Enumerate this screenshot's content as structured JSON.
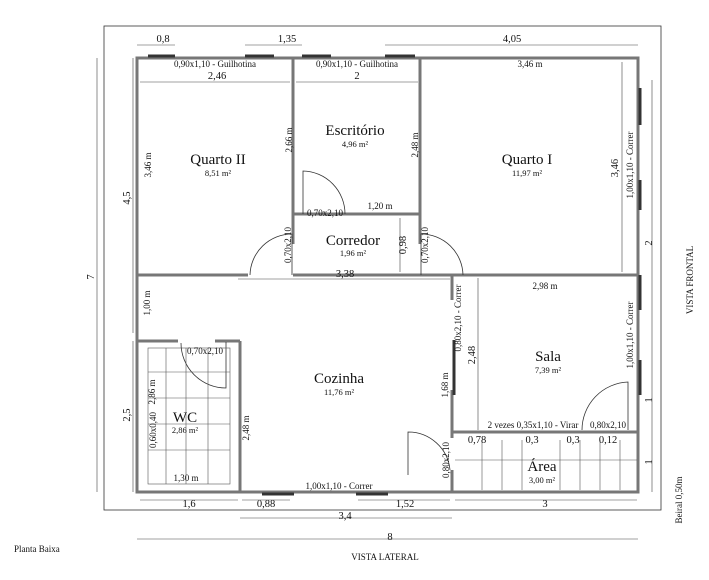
{
  "title": "Planta Baixa",
  "views": {
    "lateral": "VISTA LATERAL",
    "frontal": "VISTA FRONTAL",
    "eave": "Beiral 0,50m"
  },
  "rooms": {
    "quarto2": {
      "name": "Quarto II",
      "area": "8,51 m²"
    },
    "escritorio": {
      "name": "Escritório",
      "area": "4,96 m²"
    },
    "quarto1": {
      "name": "Quarto I",
      "area": "11,97 m²"
    },
    "corredor": {
      "name": "Corredor",
      "area": "1,96 m²"
    },
    "cozinha": {
      "name": "Cozinha",
      "area": "11,76 m²"
    },
    "sala": {
      "name": "Sala",
      "area": "7,39 m²"
    },
    "wc": {
      "name": "WC",
      "area": "2,86 m²"
    },
    "area": {
      "name": "Área",
      "area": "3,00 m²"
    }
  },
  "openings": {
    "win_q2": "0,90x1,10 - Guilhotina",
    "win_esc": "0,90x1,10 - Guilhotina",
    "win_q1": "1,00x1,10 - Correr",
    "win_sala": "1,00x1,10 - Correr",
    "win_coz": "1,00x1,10 - Correr",
    "door_esc": "0,70x2,10",
    "door_q2": "0,70x2,10",
    "door_q1": "0,70x2,10",
    "door_sala_coz": "0,80x2,10 - Correr",
    "door_wc": "0,70x2,10",
    "win_wc": "0,60x0,40",
    "door_area": "0,80x2,10",
    "door_sala": "0,80x2,10",
    "win_area": "2 vezes 0,35x1,10 - Virar"
  },
  "dimensions": {
    "top_08": "0,8",
    "top_135": "1,35",
    "top_405": "4,05",
    "q2_w": "2,46",
    "esc_w": "2",
    "q1_w": "3,46 m",
    "q2_h": "3,46 m",
    "esc_h_l": "2,66 m",
    "esc_h_r": "2,48 m",
    "q1_h": "3,46",
    "esc_wall": "1,20 m",
    "corr_h": "0,98",
    "corr_w": "3,38",
    "sala_w": "2,98 m",
    "sala_h": "2,48",
    "coz_1": "1,00 m",
    "coz_168": "1,68 m",
    "wc_h": "2,86 m",
    "wc_248": "2,48 m",
    "wc_w": "1,30 m",
    "a078": "0,78",
    "a03a": "0,3",
    "a03b": "0,3",
    "a012": "0,12",
    "b16": "1,6",
    "b088": "0,88",
    "b152": "1,52",
    "b3": "3",
    "b34": "3,4",
    "b8": "8",
    "left7": "7",
    "left45": "4,5",
    "left25": "2,5",
    "right2": "2",
    "right1a": "1",
    "right1b": "1"
  }
}
